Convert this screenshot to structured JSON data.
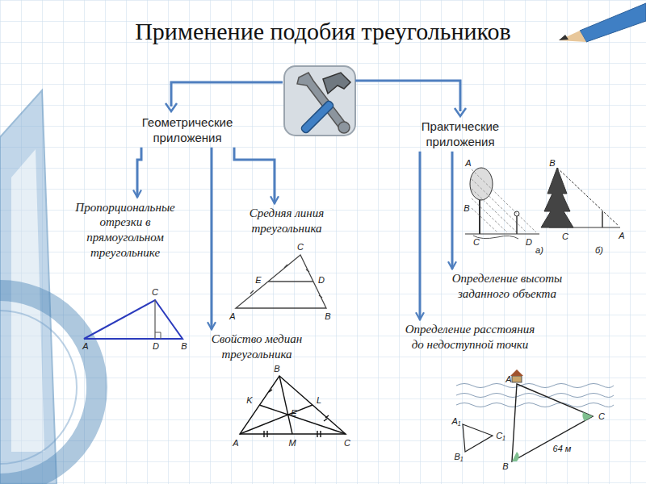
{
  "diagram": {
    "title": "Применение подобия треугольников",
    "nodes": [
      {
        "text": [
          "Геометрические приложения"
        ]
      },
      {
        "text": [
          "Практические приложения"
        ]
      },
      {
        "text": [
          "Пропорциональные отрезки в прямоугольном треугольнике"
        ]
      },
      {
        "text": [
          "Средняя линия треугольника"
        ]
      },
      {
        "text": [
          "Свойство медиан треугольника"
        ]
      },
      {
        "text": [
          "Определение высоты заданного объекта"
        ]
      },
      {
        "text": [
          "Определение расстояния до недоступной точки"
        ]
      }
    ],
    "edges": [
      {
        "from": 0,
        "to": 2,
        "arrow": "to"
      },
      {
        "from": 0,
        "to": 3,
        "arrow": "to"
      },
      {
        "from": 0,
        "to": 4,
        "arrow": "to"
      },
      {
        "from": 1,
        "to": 5,
        "arrow": "to"
      },
      {
        "from": 1,
        "to": 6,
        "arrow": "to"
      }
    ],
    "labels": [
      "C",
      "A",
      "D",
      "B",
      "C",
      "E",
      "D",
      "A",
      "B",
      "B",
      "K",
      "L",
      "E",
      "A",
      "M",
      "C",
      "A",
      "B",
      "C",
      "D",
      "a)",
      "B",
      "C",
      "A",
      "б)",
      "A",
      "C",
      "B",
      "64 м",
      "A₁",
      "B₁",
      "C₁"
    ]
  }
}
